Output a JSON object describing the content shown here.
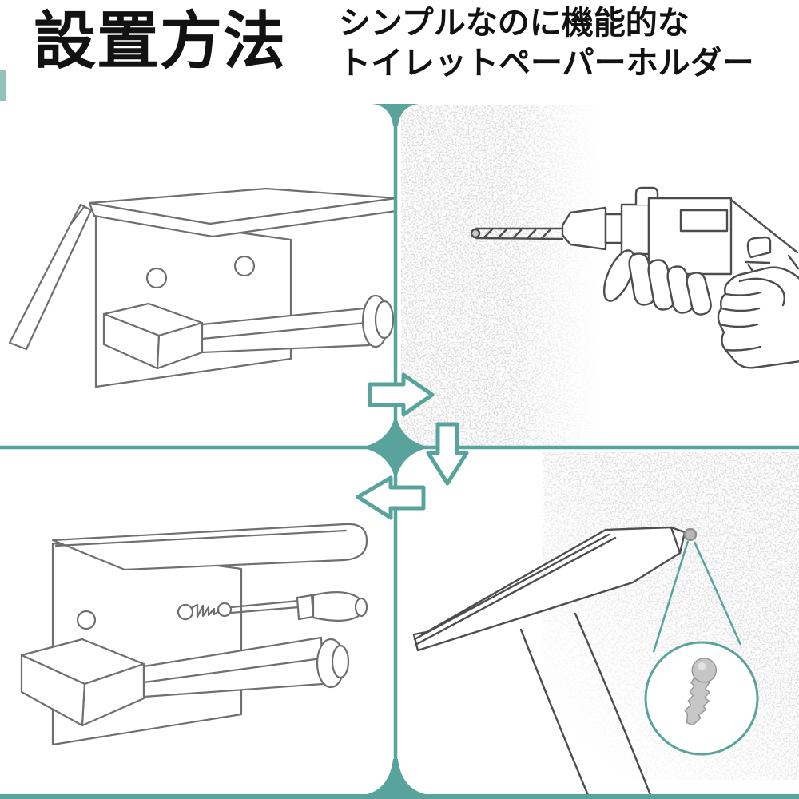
{
  "page": {
    "title": "設置方法",
    "subtitle_line1": "シンプルなのに機能的な",
    "subtitle_line2": "トイレットペーパーホルダー"
  },
  "colors": {
    "accent_teal": "#58a39c",
    "accent_teal_light": "#93c2bc",
    "title_ink": "#121212",
    "line_art_gray": "#6f6f6f",
    "tool_line_gray": "#4d4d4d",
    "speckle_gray": "#bcbcbc",
    "metal_gray": "#c6c6c6"
  },
  "panels": [
    {
      "id": 1,
      "position": "top-left",
      "icon": "toilet-paper-holder-unboxed-illustration"
    },
    {
      "id": 2,
      "position": "top-right",
      "icon": "electric-drill-drilling-wall-illustration"
    },
    {
      "id": 3,
      "position": "bottom-left",
      "icon": "screwdriver-mounting-holder-illustration"
    },
    {
      "id": 4,
      "position": "bottom-right",
      "icon": "hammer-driving-wall-anchor-illustration"
    }
  ],
  "flow_icons": [
    "arrow-right-icon",
    "arrow-down-icon",
    "arrow-left-icon",
    "center-diamond-icon"
  ]
}
